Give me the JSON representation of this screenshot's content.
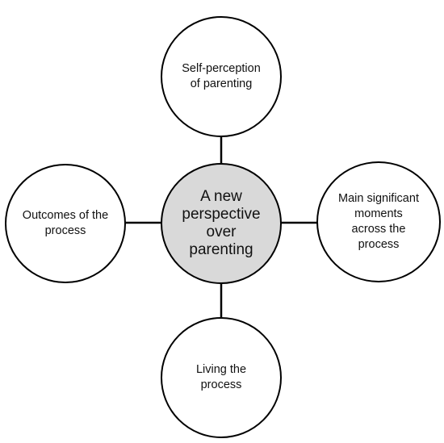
{
  "center": {
    "label": "A new perspective over parenting",
    "fill": "#d9d9d9"
  },
  "nodes": {
    "top": "Self-perception of parenting",
    "left": "Outcomes of the process",
    "right": "Main significant moments across the process",
    "bottom": "Living the process"
  },
  "colors": {
    "stroke": "#000000",
    "background": "#ffffff"
  }
}
